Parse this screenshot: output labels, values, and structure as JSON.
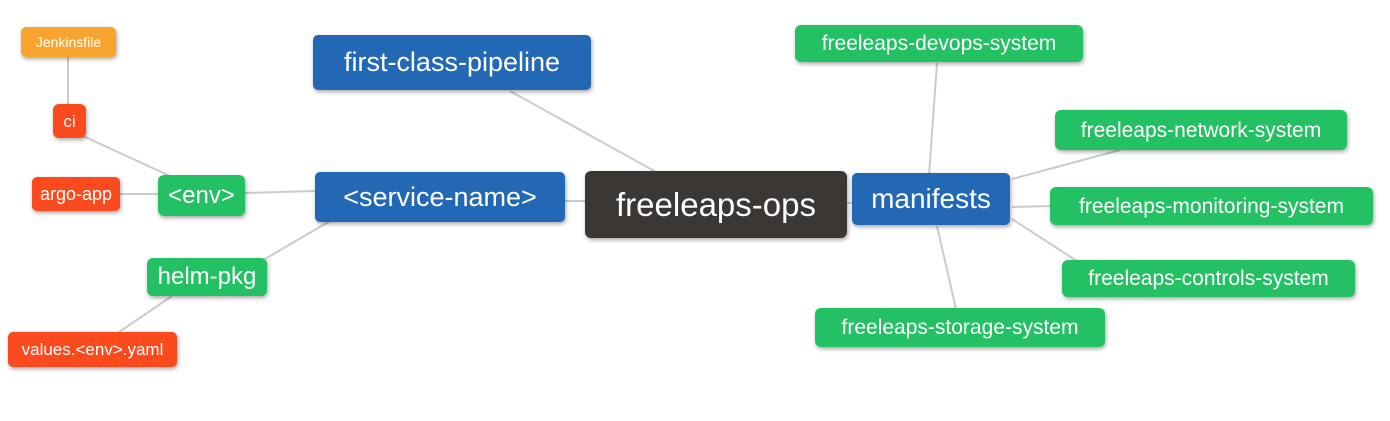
{
  "diagram": {
    "type": "mindmap",
    "background_color": "#FFFFFF",
    "edge_color": "#CBCBCB",
    "node_text_color": "#FFFFFF",
    "palette": {
      "root_dark": "#3B3735",
      "branch_blue": "#2268B4",
      "leaf_green": "#23C163",
      "leaf_red": "#FB4A1D",
      "leaf_amber": "#F9A42E"
    },
    "nodes": {
      "freeleaps_ops": {
        "label": "freeleaps-ops",
        "color": "#3B3735"
      },
      "first_class_pipeline": {
        "label": "first-class-pipeline",
        "color": "#2268B4"
      },
      "service_name": {
        "label": "<service-name>",
        "color": "#2268B4"
      },
      "manifests": {
        "label": "manifests",
        "color": "#2268B4"
      },
      "env": {
        "label": "<env>",
        "color": "#23C163"
      },
      "helm_pkg": {
        "label": "helm-pkg",
        "color": "#23C163"
      },
      "ci": {
        "label": "ci",
        "color": "#FB4A1D"
      },
      "argo_app": {
        "label": "argo-app",
        "color": "#FB4A1D"
      },
      "values_env_yaml": {
        "label": "values.<env>.yaml",
        "color": "#FB4A1D"
      },
      "jenkinsfile": {
        "label": "Jenkinsfile",
        "color": "#F9A42E"
      },
      "devops_system": {
        "label": "freeleaps-devops-system",
        "color": "#23C163"
      },
      "network_system": {
        "label": "freeleaps-network-system",
        "color": "#23C163"
      },
      "monitoring_system": {
        "label": "freeleaps-monitoring-system",
        "color": "#23C163"
      },
      "controls_system": {
        "label": "freeleaps-controls-system",
        "color": "#23C163"
      },
      "storage_system": {
        "label": "freeleaps-storage-system",
        "color": "#23C163"
      }
    },
    "edges": [
      {
        "from": "jenkinsfile",
        "to": "ci"
      },
      {
        "from": "ci",
        "to": "env"
      },
      {
        "from": "argo_app",
        "to": "env"
      },
      {
        "from": "env",
        "to": "service_name"
      },
      {
        "from": "helm_pkg",
        "to": "service_name"
      },
      {
        "from": "values_env_yaml",
        "to": "helm_pkg"
      },
      {
        "from": "first_class_pipeline",
        "to": "freeleaps_ops"
      },
      {
        "from": "service_name",
        "to": "freeleaps_ops"
      },
      {
        "from": "freeleaps_ops",
        "to": "manifests"
      },
      {
        "from": "manifests",
        "to": "devops_system"
      },
      {
        "from": "manifests",
        "to": "network_system"
      },
      {
        "from": "manifests",
        "to": "monitoring_system"
      },
      {
        "from": "manifests",
        "to": "controls_system"
      },
      {
        "from": "manifests",
        "to": "storage_system"
      }
    ]
  }
}
